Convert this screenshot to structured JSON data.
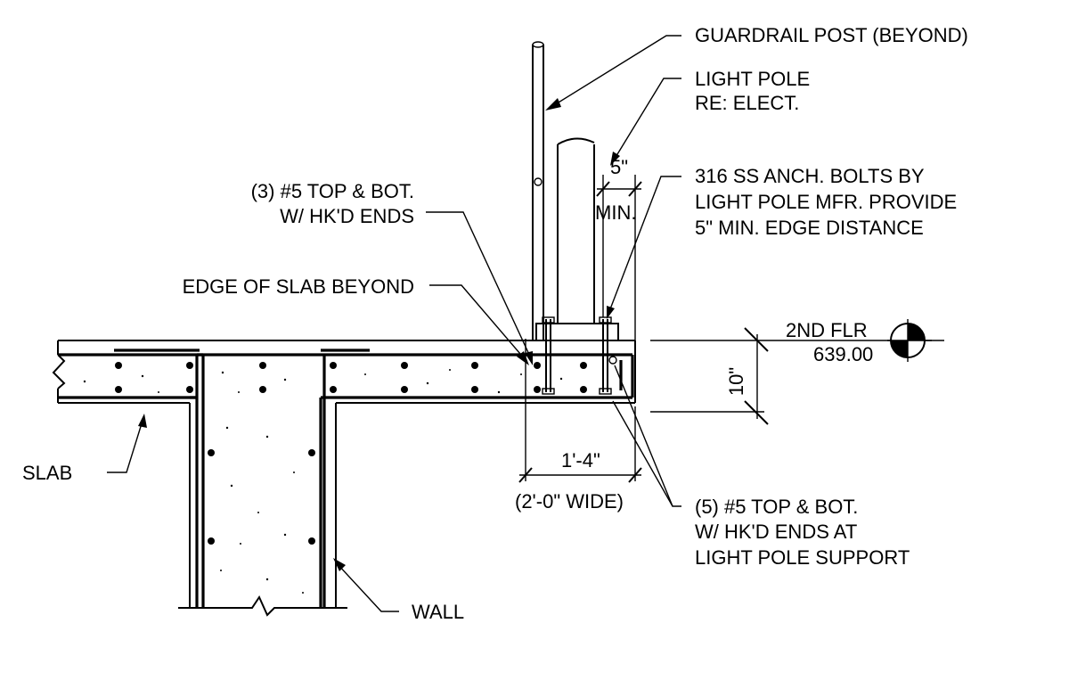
{
  "labels": {
    "guardrail_post": "GUARDRAIL POST (BEYOND)",
    "light_pole_line1": "LIGHT POLE",
    "light_pole_line2": "RE: ELECT.",
    "anchor_bolts_line1": "316 SS ANCH. BOLTS BY",
    "anchor_bolts_line2": "LIGHT POLE MFR. PROVIDE",
    "anchor_bolts_line3": "5\" MIN. EDGE DISTANCE",
    "top_bars_line1": "(3) #5 TOP & BOT.",
    "top_bars_line2": "W/ HK'D ENDS",
    "edge_of_slab": "EDGE OF SLAB BEYOND",
    "slab": "SLAB",
    "wall": "WALL",
    "pole_bars_line1": "(5) #5 TOP & BOT.",
    "pole_bars_line2": "W/ HK'D ENDS AT",
    "pole_bars_line3": "LIGHT POLE SUPPORT"
  },
  "dimensions": {
    "edge_distance": "5\"",
    "edge_distance_note": "MIN.",
    "slab_thickness": "10\"",
    "support_width": "1'-4\"",
    "support_width_note": "(2'-0\" WIDE)"
  },
  "level_marker": {
    "name": "2ND FLR",
    "elevation": "639.00"
  },
  "icons": {
    "level_marker": "elevation-target-icon",
    "break_line": "break-line-icon"
  },
  "colors": {
    "line": "#000000",
    "background": "#ffffff"
  }
}
